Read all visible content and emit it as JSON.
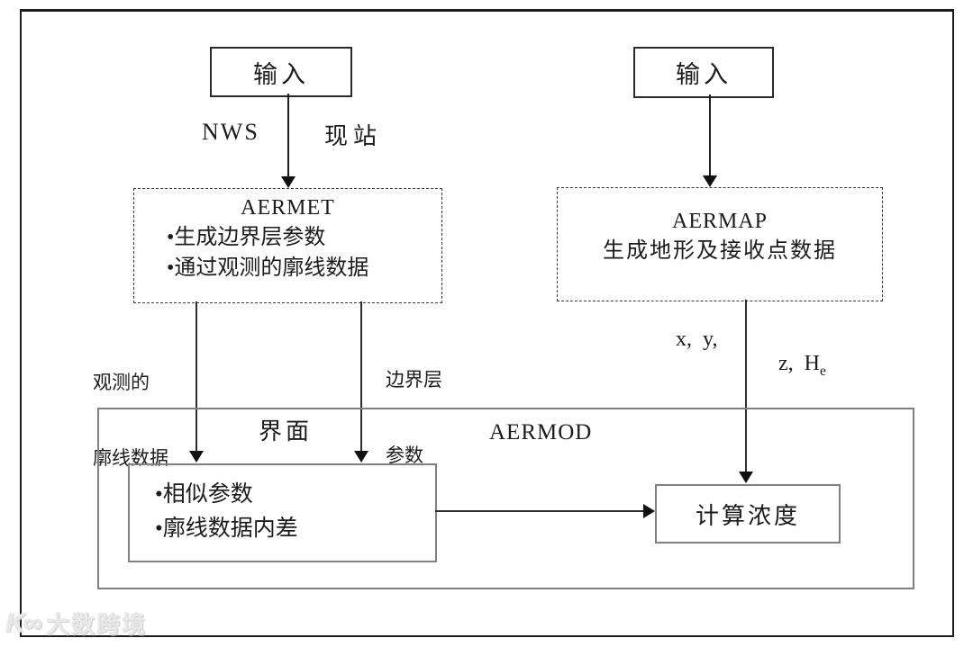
{
  "colors": {
    "line": "#1f1f1f",
    "gray_box_border": "#808080",
    "frame": "#1c1c1c"
  },
  "nodes": {
    "input_left": {
      "label": "输入"
    },
    "input_right": {
      "label": "输入"
    },
    "nws_label": "NWS",
    "site_label": "现站",
    "aermet": {
      "title": "AERMET",
      "bullet1": "•生成边界层参数",
      "bullet2": "•通过观测的廓线数据"
    },
    "aermap": {
      "title": "AERMAP",
      "line2": "生成地形及接收点数据"
    },
    "observed_profile_label": {
      "line1": "观测的",
      "line2": "廓线数据"
    },
    "boundary_param_label": {
      "line1": "边界层",
      "line2": "参数"
    },
    "xyz_label": {
      "left": "x,  y,",
      "right_main": "z,  H",
      "right_sub": "e"
    },
    "aermod": {
      "interface_label": "界面",
      "title": "AERMOD",
      "inner_bullet1": "•相似参数",
      "inner_bullet2": "•廓线数据内差",
      "compute_label": "计算浓度"
    }
  },
  "watermark": {
    "logo": "K∞",
    "text": "大数跨境"
  }
}
